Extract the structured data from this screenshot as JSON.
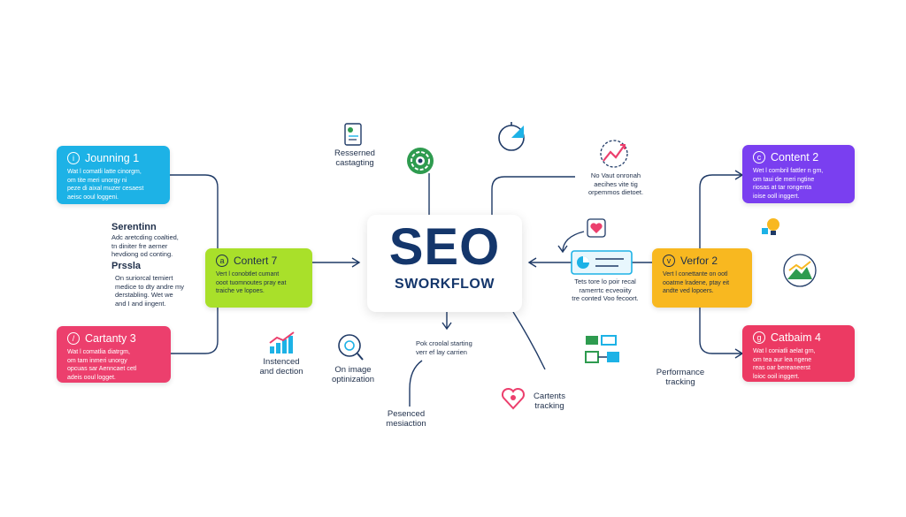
{
  "center": {
    "title": "SEO",
    "subtitle": "SWORKFLOW"
  },
  "boxes": {
    "b1": {
      "badge": "i",
      "title": "Jounning 1",
      "body": "Wat l comatli latte cinorgm,\nom tite meri unorgy ni\npeze di aixal muzer cesaest\naeisc ooul loggeni."
    },
    "b2": {
      "badge": "c",
      "title": "Content 2",
      "body": "Wet l combril fattler n gm,\nom taui de meri ngtine\nriosas at tar rongenta\nioise ooll inggert."
    },
    "b3": {
      "badge": "/",
      "title": "Cartanty 3",
      "body": "Wat l comatlia diatrgm,\nom tam inmeri unorgy\nopcuas sar Aenncaet cetl\nadeis ooul logget."
    },
    "b4": {
      "badge": "g",
      "title": "Catbaim 4",
      "body": "Wat l coniatli aelat grn,\nom tea aur lea ngene\nreas oar bereaneerst\nloioc ooil inggert."
    },
    "b5": {
      "badge": "a",
      "title": "Contert 7",
      "body": "Vert l conobtlet cumant\nooot tuomnoutes pray eat\ntraiche ve lopoes."
    },
    "b6": {
      "badge": "v",
      "title": "Verfor 2",
      "body": "Vert l conettante on ootl\nooatme lradene, ptay eit\nandte ved lopoers."
    }
  },
  "labels": {
    "sere_title": "Serentinn",
    "sere_body": "Adc aretcding coaltied,\ntn diniter fre aerner\nhevdiong od conting.",
    "pressla_title": "Prssla",
    "pressla_body": "On suriorcal temiert\nmedice to dty andre my\nderstabling. Wet we\nand I and iingent.",
    "researched": "Resserned\ncastagting",
    "no_vaut": "No Vaut onronah\naecihes vite tig\norpemmos dietoet.",
    "ters_note": "Tets tore lo poir recal\nramerrtc ecveoiity\ntre conted Voo fecoort.",
    "pok_note": "Pok croolal starting\nverr ef lay carrien",
    "instenced": "Instenced\nand dection",
    "on_image": "On image\noptinization",
    "pesenced": "Pesenced\nmesiaction",
    "contents_tracking": "Cartents\ntracking",
    "performance": "Performance\ntracking"
  },
  "colors": {
    "navy": "#14366b",
    "cyan": "#1db2e6",
    "purple": "#7a3ff0",
    "pink": "#ec3f6d",
    "lime": "#a9e02a",
    "amber": "#f8b820",
    "green": "#2e9b4f"
  }
}
